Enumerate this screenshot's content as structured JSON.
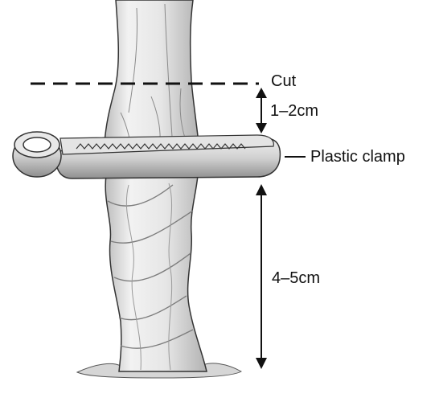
{
  "labels": {
    "cut": "Cut",
    "short_distance": "1–2cm",
    "clamp": "Plastic clamp",
    "long_distance": "4–5cm"
  },
  "colors": {
    "ink": "#111111",
    "cord_fill": "#ececec",
    "cord_shade": "#c9c9c9",
    "clamp_fill": "#d9d9d9",
    "clamp_shade": "#a8a8a8"
  }
}
